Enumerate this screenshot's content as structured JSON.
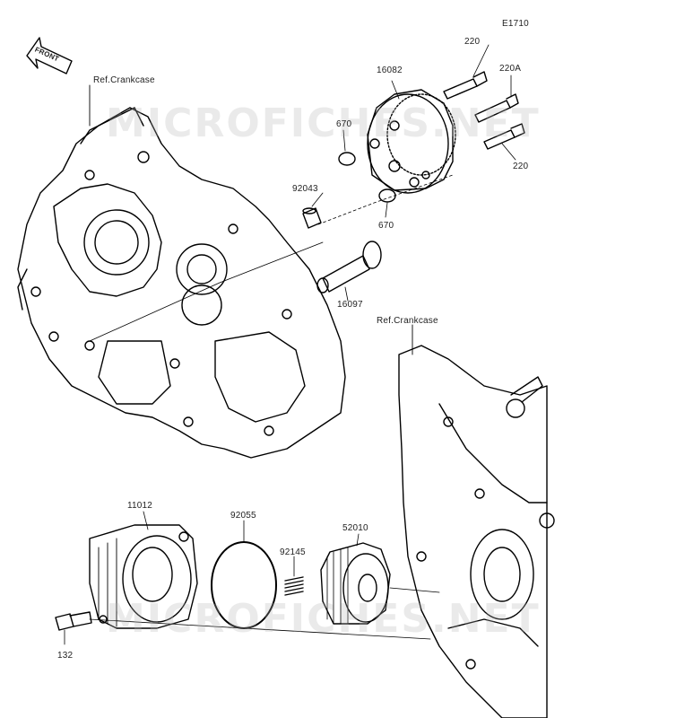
{
  "diagram_code": "E1710",
  "front_label": "FRONT",
  "watermark_text": "MICROFICHES.NET",
  "parts": {
    "p220_top": "220",
    "p16082": "16082",
    "p220A": "220A",
    "p670_a": "670",
    "p220_bottom": "220",
    "p92043": "92043",
    "p670_b": "670",
    "p16097": "16097",
    "p11012": "11012",
    "p92055": "92055",
    "p92145": "92145",
    "p52010": "52010",
    "p132": "132"
  },
  "refs": {
    "crankcase_upper": "Ref.Crankcase",
    "crankcase_lower": "Ref.Crankcase"
  }
}
